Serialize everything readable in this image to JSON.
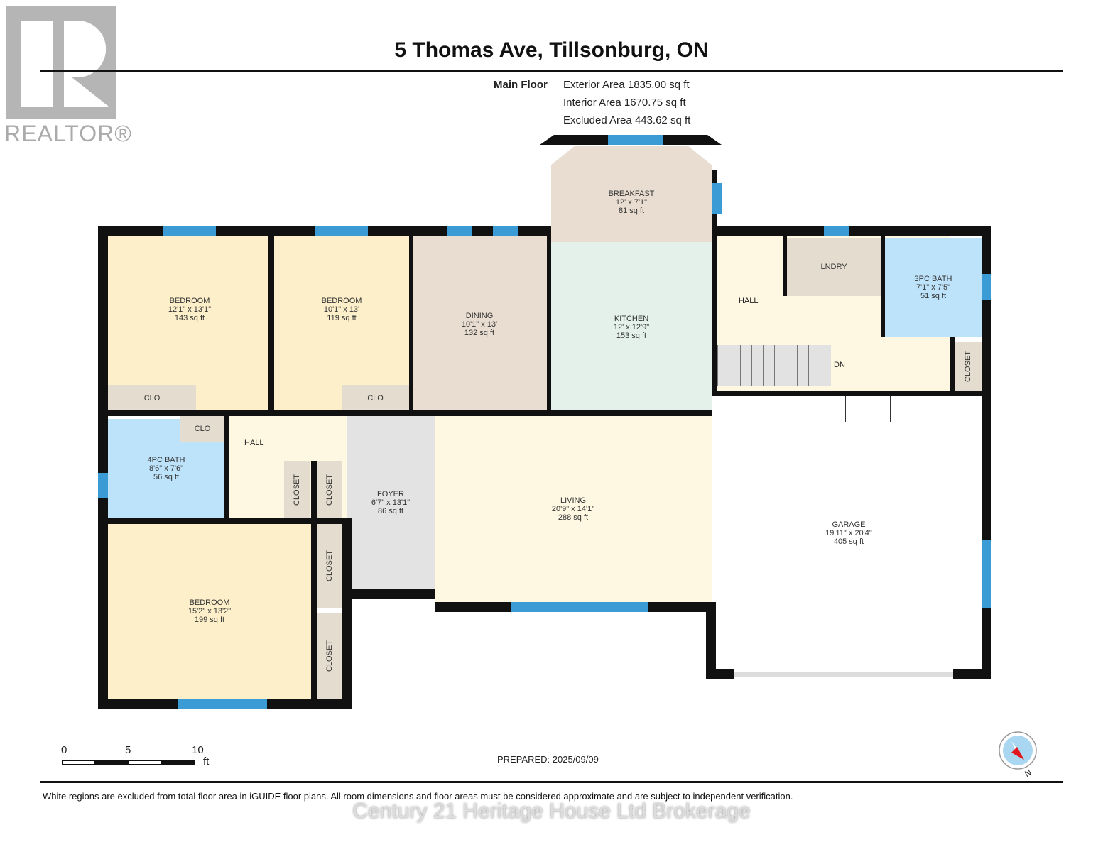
{
  "logo": {
    "text": "REALTOR®"
  },
  "header": {
    "title": "5 Thomas Ave, Tillsonburg, ON"
  },
  "summary": {
    "floor": "Main Floor",
    "exterior_area": "Exterior Area 1835.00 sq ft",
    "interior_area": "Interior Area 1670.75 sq ft",
    "excluded_area": "Excluded Area 443.62 sq ft"
  },
  "rooms": [
    {
      "name": "BEDROOM",
      "dims": "12'1\" x 13'1\"",
      "area": "143 sq ft"
    },
    {
      "name": "BEDROOM",
      "dims": "10'1\" x 13'",
      "area": "119 sq ft"
    },
    {
      "name": "DINING",
      "dims": "10'1\" x 13'",
      "area": "132 sq ft"
    },
    {
      "name": "BREAKFAST",
      "dims": "12' x 7'1\"",
      "area": "81 sq ft"
    },
    {
      "name": "KITCHEN",
      "dims": "12' x 12'9\"",
      "area": "153 sq ft"
    },
    {
      "name": "3PC BATH",
      "dims": "7'1\" x 7'5\"",
      "area": "51 sq ft"
    },
    {
      "name": "4PC BATH",
      "dims": "8'6\" x 7'6\"",
      "area": "56 sq ft"
    },
    {
      "name": "FOYER",
      "dims": "6'7\" x 13'1\"",
      "area": "86 sq ft"
    },
    {
      "name": "LIVING",
      "dims": "20'9\" x 14'1\"",
      "area": "288 sq ft"
    },
    {
      "name": "GARAGE",
      "dims": "19'11\" x 20'4\"",
      "area": "405 sq ft"
    },
    {
      "name": "BEDROOM",
      "dims": "15'2\" x 13'2\"",
      "area": "199 sq ft"
    }
  ],
  "labels": {
    "clo": "CLO",
    "hall": "HALL",
    "closet": "CLOSET",
    "lndry": "LNDRY",
    "dn": "DN"
  },
  "scale": {
    "t0": "0",
    "t5": "5",
    "t10": "10",
    "unit": "ft"
  },
  "prepared": "PREPARED: 2025/09/09",
  "compass": {
    "label": "N"
  },
  "footer": {
    "disclaimer": "White regions are excluded from total floor area in iGUIDE floor plans. All room dimensions and floor areas must be considered approximate and are subject to independent verification.",
    "watermark": "Century 21 Heritage House Ltd Brokerage"
  },
  "colors": {
    "bedroom": "#fdefc9",
    "hall": "#fef8e3",
    "dining": "#e8ddd0",
    "kitchen": "#e3f1ea",
    "bath": "#bde3fa",
    "foyer": "#e3e3e3",
    "closet": "#e4dccf",
    "window": "#3a9bd5"
  }
}
